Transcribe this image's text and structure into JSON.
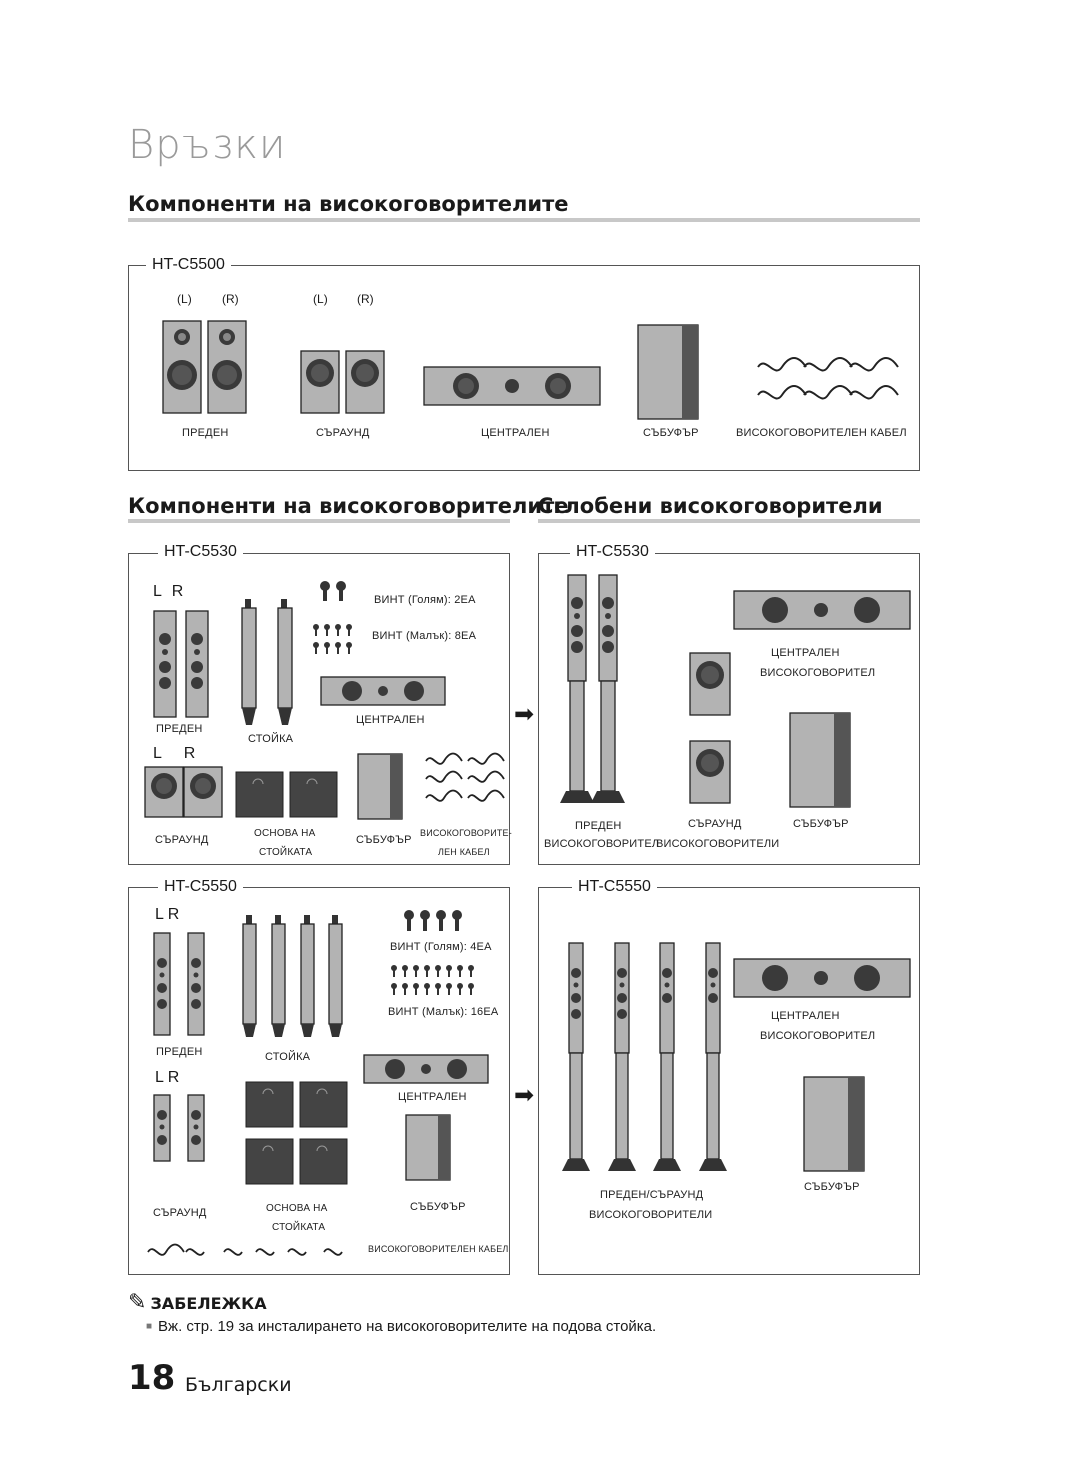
{
  "chapter_title": "Връзки",
  "section1": {
    "heading": "Компоненти на високоговорителите",
    "model": "HT-C5500",
    "lr_front": [
      "L",
      "R"
    ],
    "lr_surround": [
      "L",
      "R"
    ],
    "captions": {
      "front": "ПРЕДЕН",
      "surround": "СЪРАУНД",
      "center": "ЦЕНТРАЛЕН",
      "subwoofer": "СЪБУФЪР",
      "cable": "ВИСОКОГОВОРИТЕЛЕН КАБЕЛ"
    }
  },
  "section2_left": {
    "heading": "Компоненти на високоговорителите",
    "model": "HT-C5530",
    "lr1": [
      "L",
      "R"
    ],
    "lr2": [
      "L",
      "R"
    ],
    "screw_large": "ВИНТ (Голям): 2EA",
    "screw_small": "ВИНТ (Малък): 8EA",
    "captions": {
      "front": "ПРЕДЕН",
      "stand": "СТОЙКА",
      "center": "ЦЕНТРАЛЕН",
      "surround": "СЪРАУНД",
      "stand_base_1": "ОСНОВА НА",
      "stand_base_2": "СТОЙКАТА",
      "subwoofer": "СЪБУФЪР",
      "cable_1": "ВИСОКОГОВОРИТЕ-",
      "cable_2": "ЛЕН КАБЕЛ"
    }
  },
  "section2_right": {
    "heading": "Сглобени високоговорители",
    "model": "HT-C5530",
    "captions": {
      "center_1": "ЦЕНТРАЛЕН",
      "center_2": "ВИСОКОГОВОРИТЕЛ",
      "front_1": "ПРЕДЕН",
      "front_2": "ВИСОКОГОВОРИТЕЛ",
      "surround_1": "СЪРАУНД",
      "surround_2": "ВИСОКОГОВОРИТЕЛИ",
      "subwoofer": "СЪБУФЪР"
    }
  },
  "section3_left": {
    "model": "HT-C5550",
    "lr1": [
      "L",
      "R"
    ],
    "lr2": [
      "L",
      "R"
    ],
    "screw_large": "ВИНТ (Голям): 4EA",
    "screw_small": "ВИНТ (Малък): 16EA",
    "captions": {
      "front": "ПРЕДЕН",
      "stand": "СТОЙКА",
      "center": "ЦЕНТРАЛЕН",
      "surround": "СЪРАУНД",
      "stand_base_1": "ОСНОВА НА",
      "stand_base_2": "СТОЙКАТА",
      "subwoofer": "СЪБУФЪР",
      "cable": "ВИСОКОГОВОРИТЕЛЕН КАБЕЛ"
    }
  },
  "section3_right": {
    "model": "HT-C5550",
    "captions": {
      "center_1": "ЦЕНТРАЛЕН",
      "center_2": "ВИСОКОГОВОРИТЕЛ",
      "subwoofer": "СЪБУФЪР",
      "fs_1": "ПРЕДЕН/СЪРАУНД",
      "fs_2": "ВИСОКОГОВОРИТЕЛИ"
    }
  },
  "note": {
    "label": "ЗАБЕЛЕЖКА",
    "bullet": "■",
    "text": "Вж. стр. 19 за инсталирането на високоговорителите на подова стойка."
  },
  "footer": {
    "page_number": "18",
    "language": "Български"
  }
}
